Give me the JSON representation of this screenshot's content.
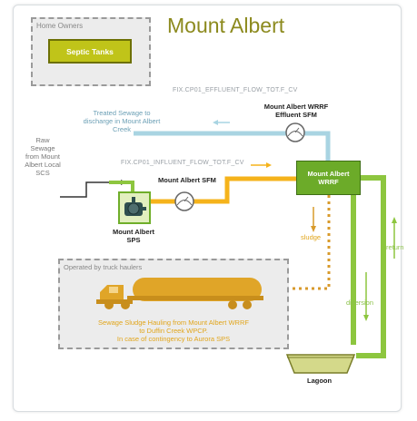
{
  "title": "Mount Albert",
  "legend": {
    "title": "Home Owners",
    "septic_label": "Septic Tanks"
  },
  "tags": {
    "effluent": "FIX.CP01_EFFLUENT_FLOW_TOT.F_CV",
    "influent": "FIX.CP01_INFLUENT_FLOW_TOT.F_CV"
  },
  "labels": {
    "treated": "Treated Sewage to\ndischarge in Mount Albert\nCreek",
    "raw": "Raw\nSewage\nfrom Mount\nAlbert Local\nSCS",
    "effluent_sfm": "Mount Albert WRRF\nEffluent SFM",
    "influent_sfm": "Mount Albert SFM",
    "wrrf": "Mount Albert\nWRRF",
    "sps": "Mount Albert\nSPS",
    "sludge": "sludge",
    "return": "return",
    "diversion": "diversion",
    "lagoon": "Lagoon"
  },
  "haulers": {
    "title": "Operated by truck haulers",
    "note": "Sewage Sludge Hauling from Mount Albert WRRF\nto Duffin Creek WPCP.\nIn case of contingency to Aurora SPS"
  },
  "colors": {
    "effluent_pipe": "#a9d4e2",
    "influent_pipe": "#f5b31b",
    "sludge_pipe": "#d89a2b",
    "green_pipe": "#8dc63f",
    "title": "#8c8a1e",
    "truck": "#e0a528"
  },
  "icons": [
    "meter-icon",
    "pump-icon",
    "truck-icon",
    "lagoon-icon",
    "arrow-icon"
  ]
}
